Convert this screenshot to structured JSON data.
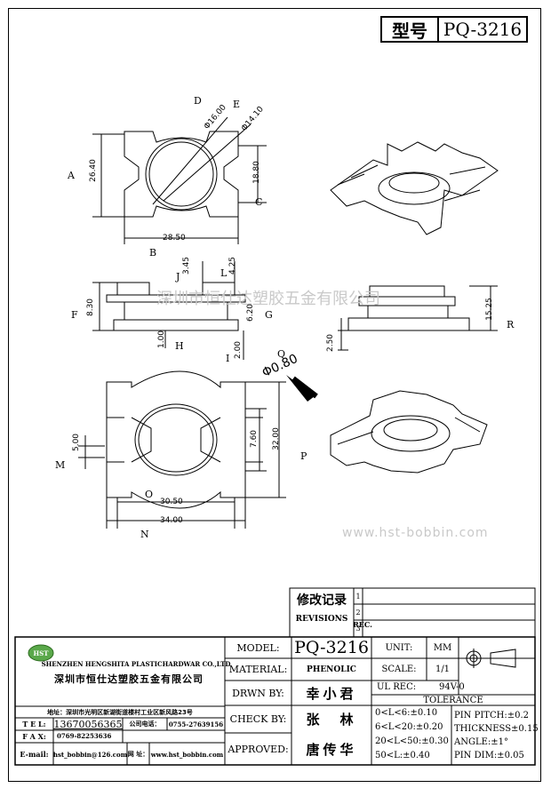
{
  "header": {
    "type_label": "型号",
    "part_no": "PQ-3216"
  },
  "dims_top": {
    "labels": {
      "A": "A",
      "B": "B",
      "C": "C",
      "D": "D",
      "E": "E"
    },
    "height": "26.40",
    "width": "28.50",
    "inner": "18.80",
    "dia1": "Φ16.00",
    "dia2": "Φ14.10"
  },
  "dims_side": {
    "labels": {
      "F": "F",
      "G": "G",
      "H": "H",
      "I": "I",
      "J": "J",
      "L": "L",
      "R": "R"
    },
    "d830": "8.30",
    "d345": "3.45",
    "d425": "4.25",
    "d620": "6.20",
    "d100": "1.00",
    "d200": "2.00",
    "d250": "2.50",
    "d1525": "15.25"
  },
  "dims_bottom": {
    "labels": {
      "M": "M",
      "N": "N",
      "O": "O",
      "P": "P",
      "Q": "Q"
    },
    "d500": "5.00",
    "d760": "7.60",
    "d3200": "32.00",
    "d3050": "30.50",
    "d3400": "34.00",
    "pin": "Φ0.80"
  },
  "watermark": {
    "chinese": "深圳市恒仕达塑胶五金有限公司",
    "url": "www.hst-bobbin.com"
  },
  "revisions": {
    "title_cn": "修改记录",
    "title_en": "REVISIONS",
    "rec": "REC.",
    "nums": [
      "1",
      "2",
      "3"
    ]
  },
  "company": {
    "logo": "HST",
    "name_en": "SHENZHEN HENGSHITA PLASTICHARDWAR CO.,LTD",
    "name_cn": "深圳市恒仕达塑胶五金有限公司",
    "address": "地址：深圳市光明区新湖街道楼村工业区新风路23号",
    "tel_label": "T E L:",
    "tel": "13670056365",
    "co_tel_label": "公司电话：",
    "co_tel": "0755-27639156",
    "fax_label": "F A X:",
    "fax": "0769-82253636",
    "email_label": "E-mail:",
    "email": "hst_bobbin@126.com",
    "web_label": "网 址：",
    "web": "www.hst_bobbin.com"
  },
  "title_block": {
    "model_label": "MODEL:",
    "model": "PQ-3216",
    "material_label": "MATERIAL:",
    "material": "PHENOLIC",
    "drawn_label": "DRWN BY:",
    "drawn": "幸小君",
    "check_label": "CHECK BY:",
    "check": "张　林",
    "approved_label": "APPROVED:",
    "approved": "唐传华",
    "unit_label": "UNIT:",
    "unit": "MM",
    "scale_label": "SCALE:",
    "scale": "1/1",
    "ul_label": "UL REC:",
    "ul": "94V-0",
    "tolerance_label": "TOLERANCE",
    "tol": [
      "0<L<6:±0.10",
      "6<L<20:±0.20",
      "20<L<50:±0.30",
      "50<L:±0.40"
    ],
    "spec": [
      "PIN PITCH:±0.2",
      "THICKNESS±0.15",
      "ANGLE:±1°",
      "PIN DIM:±0.05"
    ]
  }
}
